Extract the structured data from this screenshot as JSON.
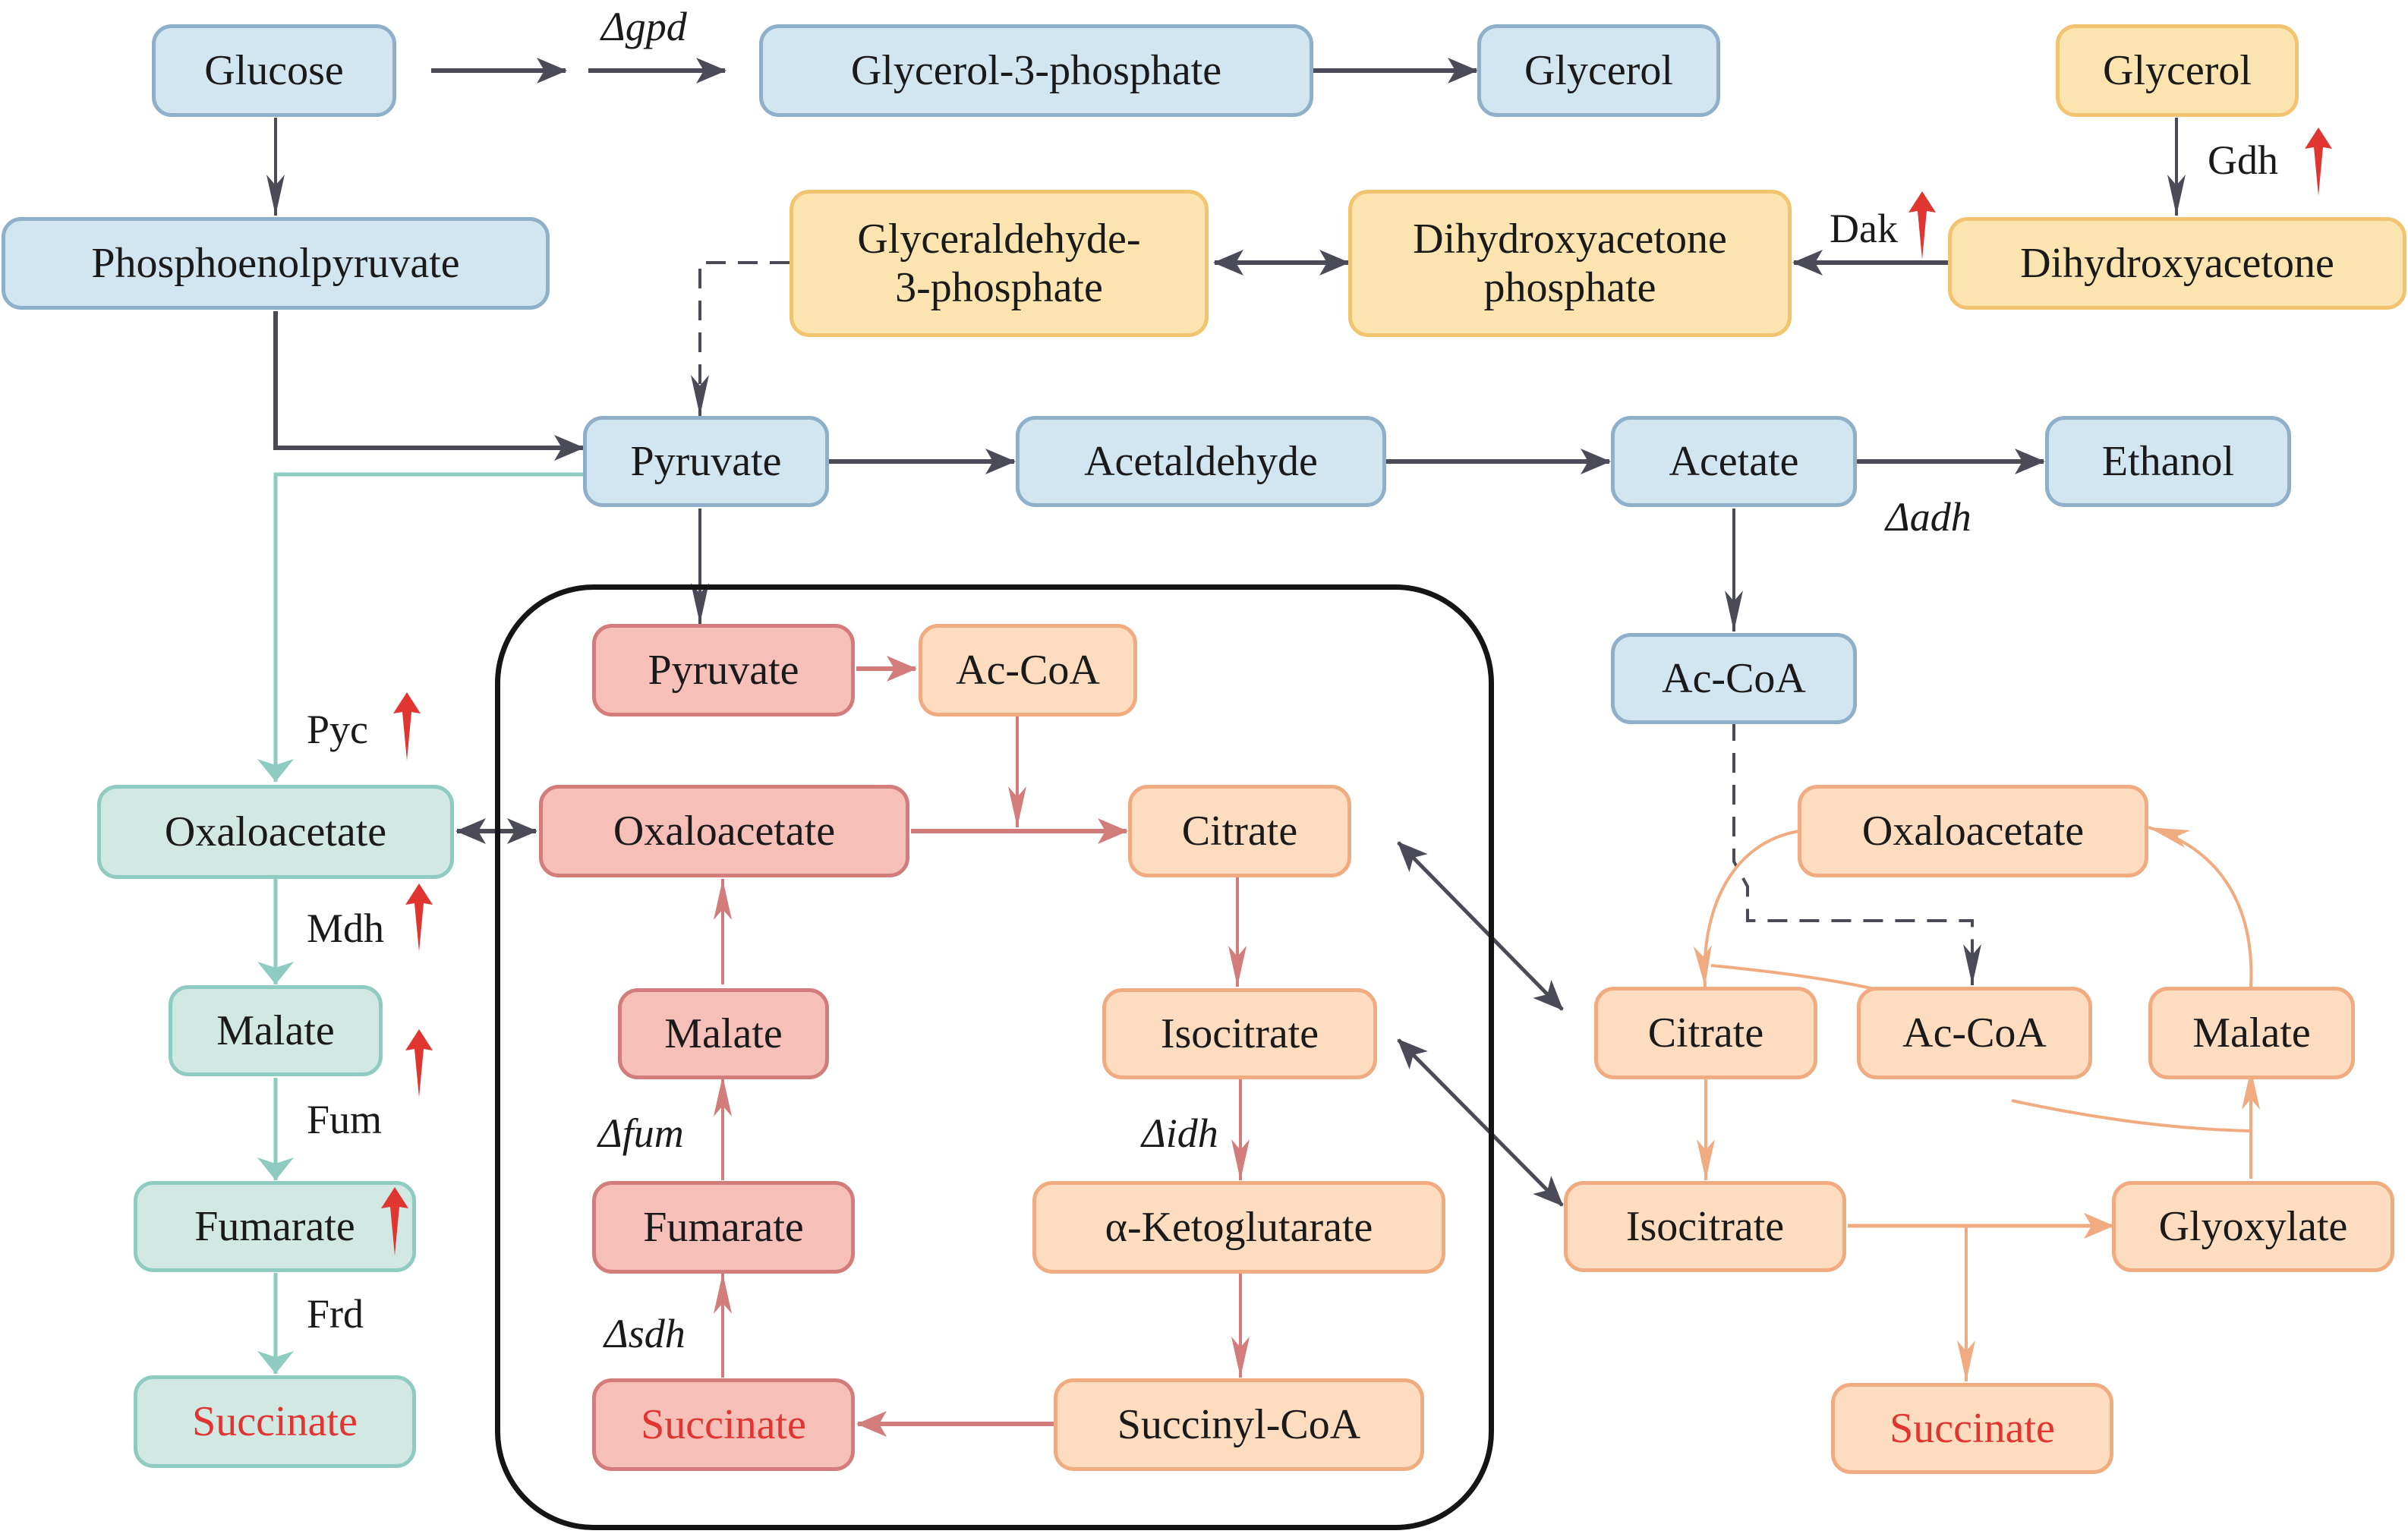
{
  "colors": {
    "dark_arrow": "#4b4b58",
    "teal_arrow": "#8ecbc0",
    "pink_arrow": "#d27c7b",
    "peach_arrow": "#f1ab80",
    "upregulation": "#e03530",
    "product_text": "#e03530"
  },
  "cytosol": {
    "glucose": "Glucose",
    "glycerol_3_phosphate": "Glycerol-3-phosphate",
    "glycerol_product": "Glycerol",
    "phosphoenolpyruvate": "Phosphoenolpyruvate",
    "pyruvate": "Pyruvate",
    "acetaldehyde": "Acetaldehyde",
    "acetate": "Acetate",
    "ethanol": "Ethanol",
    "ac_coa": "Ac-CoA"
  },
  "glycerol_pathway": {
    "glycerol_substrate": "Glycerol",
    "dihydroxyacetone": "Dihydroxyacetone",
    "dhap_line1": "Dihydroxyacetone",
    "dhap_line2": "phosphate",
    "g3p_line1": "Glyceraldehyde-",
    "g3p_line2": "3-phosphate"
  },
  "reductive_branch": {
    "oxaloacetate": "Oxaloacetate",
    "malate": "Malate",
    "fumarate": "Fumarate",
    "succinate": "Succinate"
  },
  "mitochondria_tca": {
    "pyruvate": "Pyruvate",
    "ac_coa": "Ac-CoA",
    "oxaloacetate": "Oxaloacetate",
    "citrate": "Citrate",
    "malate": "Malate",
    "isocitrate": "Isocitrate",
    "fumarate": "Fumarate",
    "alpha_ketoglutarate": "α-Ketoglutarate",
    "succinate": "Succinate",
    "succinyl_coa": "Succinyl-CoA"
  },
  "glyoxylate_cycle": {
    "oxaloacetate": "Oxaloacetate",
    "citrate": "Citrate",
    "ac_coa": "Ac-CoA",
    "malate": "Malate",
    "isocitrate": "Isocitrate",
    "glyoxylate": "Glyoxylate",
    "succinate": "Succinate"
  },
  "enzymes": {
    "gdh": "Gdh",
    "dak": "Dak",
    "pyc": "Pyc",
    "mdh": "Mdh",
    "fum": "Fum",
    "frd": "Frd"
  },
  "deletions": {
    "gpd": "Δgpd",
    "adh": "Δadh",
    "fum": "Δfum",
    "sdh": "Δsdh",
    "idh": "Δidh"
  },
  "icons": {
    "upregulation": "red-up-arrow-icon"
  }
}
